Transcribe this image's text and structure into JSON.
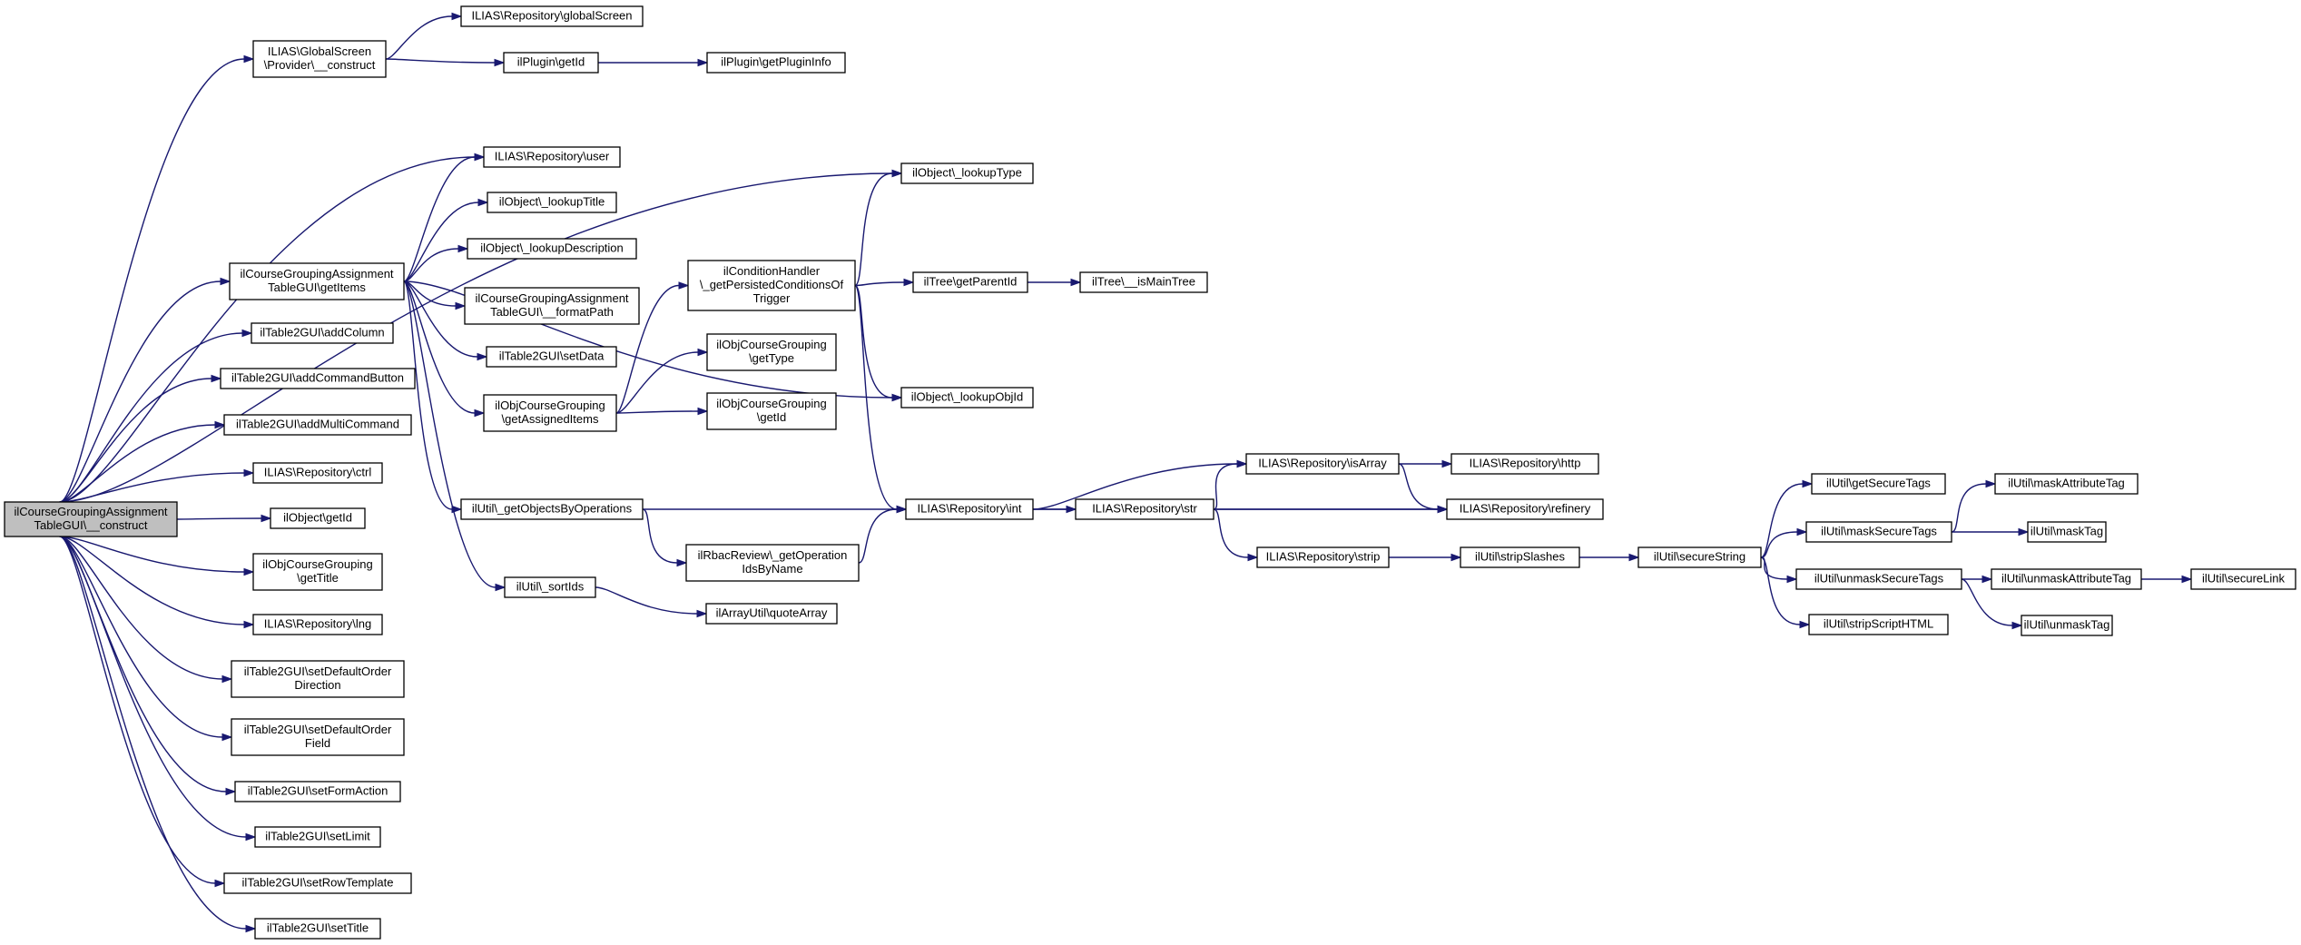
{
  "nodes": [
    {
      "id": "root",
      "lines": [
        "ilCourseGroupingAssignment",
        "TableGUI\\__construct"
      ]
    },
    {
      "id": "gsp",
      "lines": [
        "ILIAS\\GlobalScreen",
        "\\Provider\\__construct"
      ]
    },
    {
      "id": "repo_gs",
      "lines": [
        "ILIAS\\Repository\\globalScreen"
      ]
    },
    {
      "id": "plugin_getid",
      "lines": [
        "ilPlugin\\getId"
      ]
    },
    {
      "id": "plugin_info",
      "lines": [
        "ilPlugin\\getPluginInfo"
      ]
    },
    {
      "id": "lookup_type",
      "lines": [
        "ilObject\\_lookupType"
      ]
    },
    {
      "id": "repo_user",
      "lines": [
        "ILIAS\\Repository\\user"
      ]
    },
    {
      "id": "lookup_title",
      "lines": [
        "ilObject\\_lookupTitle"
      ]
    },
    {
      "id": "lookup_desc",
      "lines": [
        "ilObject\\_lookupDescription"
      ]
    },
    {
      "id": "getitems",
      "lines": [
        "ilCourseGroupingAssignment",
        "TableGUI\\getItems"
      ]
    },
    {
      "id": "formatpath",
      "lines": [
        "ilCourseGroupingAssignment",
        "TableGUI\\__formatPath"
      ]
    },
    {
      "id": "setdata",
      "lines": [
        "ilTable2GUI\\setData"
      ]
    },
    {
      "id": "cond",
      "lines": [
        "ilConditionHandler",
        "\\_getPersistedConditionsOf",
        "Trigger"
      ]
    },
    {
      "id": "getparentid",
      "lines": [
        "ilTree\\getParentId"
      ]
    },
    {
      "id": "ismaintree",
      "lines": [
        "ilTree\\__isMainTree"
      ]
    },
    {
      "id": "addcolumn",
      "lines": [
        "ilTable2GUI\\addColumn"
      ]
    },
    {
      "id": "objcg_gettype",
      "lines": [
        "ilObjCourseGrouping",
        "\\getType"
      ]
    },
    {
      "id": "addcmdbtn",
      "lines": [
        "ilTable2GUI\\addCommandButton"
      ]
    },
    {
      "id": "assigned",
      "lines": [
        "ilObjCourseGrouping",
        "\\getAssignedItems"
      ]
    },
    {
      "id": "objcg_getid",
      "lines": [
        "ilObjCourseGrouping",
        "\\getId"
      ]
    },
    {
      "id": "lookup_objid",
      "lines": [
        "ilObject\\_lookupObjId"
      ]
    },
    {
      "id": "addmulti",
      "lines": [
        "ilTable2GUI\\addMultiCommand"
      ]
    },
    {
      "id": "isarray",
      "lines": [
        "ILIAS\\Repository\\isArray"
      ]
    },
    {
      "id": "http",
      "lines": [
        "ILIAS\\Repository\\http"
      ]
    },
    {
      "id": "ctrl",
      "lines": [
        "ILIAS\\Repository\\ctrl"
      ]
    },
    {
      "id": "getsecuretags",
      "lines": [
        "ilUtil\\getSecureTags"
      ]
    },
    {
      "id": "maskattr",
      "lines": [
        "ilUtil\\maskAttributeTag"
      ]
    },
    {
      "id": "getobjsbyops",
      "lines": [
        "ilUtil\\_getObjectsByOperations"
      ]
    },
    {
      "id": "repo_int",
      "lines": [
        "ILIAS\\Repository\\int"
      ]
    },
    {
      "id": "repo_str",
      "lines": [
        "ILIAS\\Repository\\str"
      ]
    },
    {
      "id": "refinery",
      "lines": [
        "ILIAS\\Repository\\refinery"
      ]
    },
    {
      "id": "obj_getid",
      "lines": [
        "ilObject\\getId"
      ]
    },
    {
      "id": "masksecure",
      "lines": [
        "ilUtil\\maskSecureTags"
      ]
    },
    {
      "id": "masktag",
      "lines": [
        "ilUtil\\maskTag"
      ]
    },
    {
      "id": "rbac",
      "lines": [
        "ilRbacReview\\_getOperation",
        "IdsByName"
      ]
    },
    {
      "id": "strip",
      "lines": [
        "ILIAS\\Repository\\strip"
      ]
    },
    {
      "id": "stripslashes",
      "lines": [
        "ilUtil\\stripSlashes"
      ]
    },
    {
      "id": "securestring",
      "lines": [
        "ilUtil\\secureString"
      ]
    },
    {
      "id": "objcg_gettitle",
      "lines": [
        "ilObjCourseGrouping",
        "\\getTitle"
      ]
    },
    {
      "id": "unmasksecure",
      "lines": [
        "ilUtil\\unmaskSecureTags"
      ]
    },
    {
      "id": "unmaskattr",
      "lines": [
        "ilUtil\\unmaskAttributeTag"
      ]
    },
    {
      "id": "securelink",
      "lines": [
        "ilUtil\\secureLink"
      ]
    },
    {
      "id": "sortids",
      "lines": [
        "ilUtil\\_sortIds"
      ]
    },
    {
      "id": "quotearray",
      "lines": [
        "ilArrayUtil\\quoteArray"
      ]
    },
    {
      "id": "lng",
      "lines": [
        "ILIAS\\Repository\\lng"
      ]
    },
    {
      "id": "stripscript",
      "lines": [
        "ilUtil\\stripScriptHTML"
      ]
    },
    {
      "id": "unmasktag",
      "lines": [
        "ilUtil\\unmaskTag"
      ]
    },
    {
      "id": "setdefdir",
      "lines": [
        "ilTable2GUI\\setDefaultOrder",
        "Direction"
      ]
    },
    {
      "id": "setdeffield",
      "lines": [
        "ilTable2GUI\\setDefaultOrder",
        "Field"
      ]
    },
    {
      "id": "setformaction",
      "lines": [
        "ilTable2GUI\\setFormAction"
      ]
    },
    {
      "id": "setlimit",
      "lines": [
        "ilTable2GUI\\setLimit"
      ]
    },
    {
      "id": "setrowtpl",
      "lines": [
        "ilTable2GUI\\setRowTemplate"
      ]
    },
    {
      "id": "settitle",
      "lines": [
        "ilTable2GUI\\setTitle"
      ]
    }
  ],
  "edges": [
    [
      "root",
      "gsp"
    ],
    [
      "root",
      "lookup_type"
    ],
    [
      "root",
      "repo_user"
    ],
    [
      "root",
      "getitems"
    ],
    [
      "root",
      "addcolumn"
    ],
    [
      "root",
      "addcmdbtn"
    ],
    [
      "root",
      "addmulti"
    ],
    [
      "root",
      "ctrl"
    ],
    [
      "root",
      "obj_getid"
    ],
    [
      "root",
      "objcg_gettitle"
    ],
    [
      "root",
      "lng"
    ],
    [
      "root",
      "setdefdir"
    ],
    [
      "root",
      "setdeffield"
    ],
    [
      "root",
      "setformaction"
    ],
    [
      "root",
      "setlimit"
    ],
    [
      "root",
      "setrowtpl"
    ],
    [
      "root",
      "settitle"
    ],
    [
      "gsp",
      "repo_gs"
    ],
    [
      "gsp",
      "plugin_getid"
    ],
    [
      "plugin_getid",
      "plugin_info"
    ],
    [
      "getitems",
      "repo_user"
    ],
    [
      "getitems",
      "lookup_title"
    ],
    [
      "getitems",
      "lookup_desc"
    ],
    [
      "getitems",
      "formatpath"
    ],
    [
      "getitems",
      "setdata"
    ],
    [
      "getitems",
      "assigned"
    ],
    [
      "getitems",
      "lookup_objid"
    ],
    [
      "getitems",
      "getobjsbyops"
    ],
    [
      "getitems",
      "sortids"
    ],
    [
      "assigned",
      "cond"
    ],
    [
      "assigned",
      "objcg_gettype"
    ],
    [
      "assigned",
      "objcg_getid"
    ],
    [
      "cond",
      "lookup_type"
    ],
    [
      "cond",
      "getparentid"
    ],
    [
      "cond",
      "lookup_objid"
    ],
    [
      "cond",
      "repo_int"
    ],
    [
      "getparentid",
      "ismaintree"
    ],
    [
      "getobjsbyops",
      "repo_int"
    ],
    [
      "getobjsbyops",
      "rbac"
    ],
    [
      "rbac",
      "repo_int"
    ],
    [
      "sortids",
      "quotearray"
    ],
    [
      "repo_int",
      "isarray"
    ],
    [
      "repo_int",
      "repo_str"
    ],
    [
      "repo_int",
      "refinery"
    ],
    [
      "repo_str",
      "isarray"
    ],
    [
      "repo_str",
      "refinery"
    ],
    [
      "repo_str",
      "strip"
    ],
    [
      "isarray",
      "http"
    ],
    [
      "isarray",
      "refinery"
    ],
    [
      "strip",
      "stripslashes"
    ],
    [
      "stripslashes",
      "securestring"
    ],
    [
      "securestring",
      "getsecuretags"
    ],
    [
      "securestring",
      "masksecure"
    ],
    [
      "securestring",
      "unmasksecure"
    ],
    [
      "securestring",
      "stripscript"
    ],
    [
      "masksecure",
      "maskattr"
    ],
    [
      "masksecure",
      "masktag"
    ],
    [
      "unmasksecure",
      "unmaskattr"
    ],
    [
      "unmasksecure",
      "unmasktag"
    ],
    [
      "unmaskattr",
      "securelink"
    ]
  ]
}
